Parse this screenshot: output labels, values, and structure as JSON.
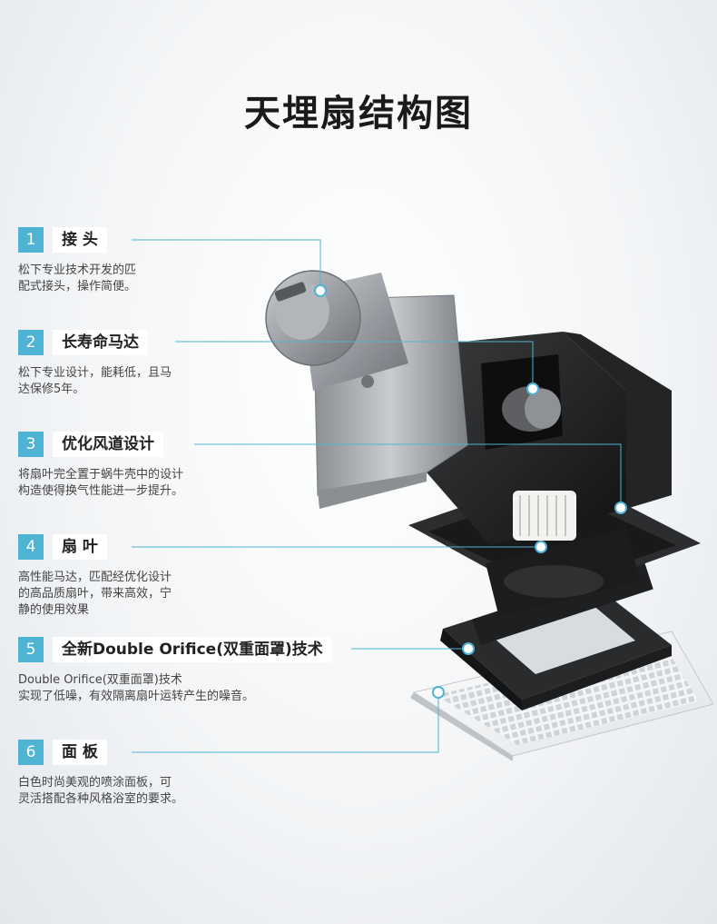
{
  "page": {
    "title": "天埋扇结构图",
    "accent_color": "#4fb3d3"
  },
  "features": [
    {
      "number": "1",
      "title": "接 头",
      "desc": "松下专业技术开发的匹\n配式接头，操作简便。"
    },
    {
      "number": "2",
      "title": "长寿命马达",
      "desc": "松下专业设计，能耗低，且马\n达保修5年。"
    },
    {
      "number": "3",
      "title": "优化风道设计",
      "desc": "将扇叶完全置于蜗牛壳中的设计\n构造使得换气性能进一步提升。"
    },
    {
      "number": "4",
      "title": "扇 叶",
      "desc": "高性能马达，匹配经优化设计\n的高品质扇叶，带来高效，宁\n静的使用效果"
    },
    {
      "number": "5",
      "title": "全新Double Orifice(双重面罩)技术",
      "desc": "Double Orifice(双重面罩)技术\n实现了低噪，有效隔离扇叶运转产生的噪音。"
    },
    {
      "number": "6",
      "title": "面 板",
      "desc": "白色时尚美观的喷涂面板，可\n灵活搭配各种风格浴室的要求。"
    }
  ]
}
